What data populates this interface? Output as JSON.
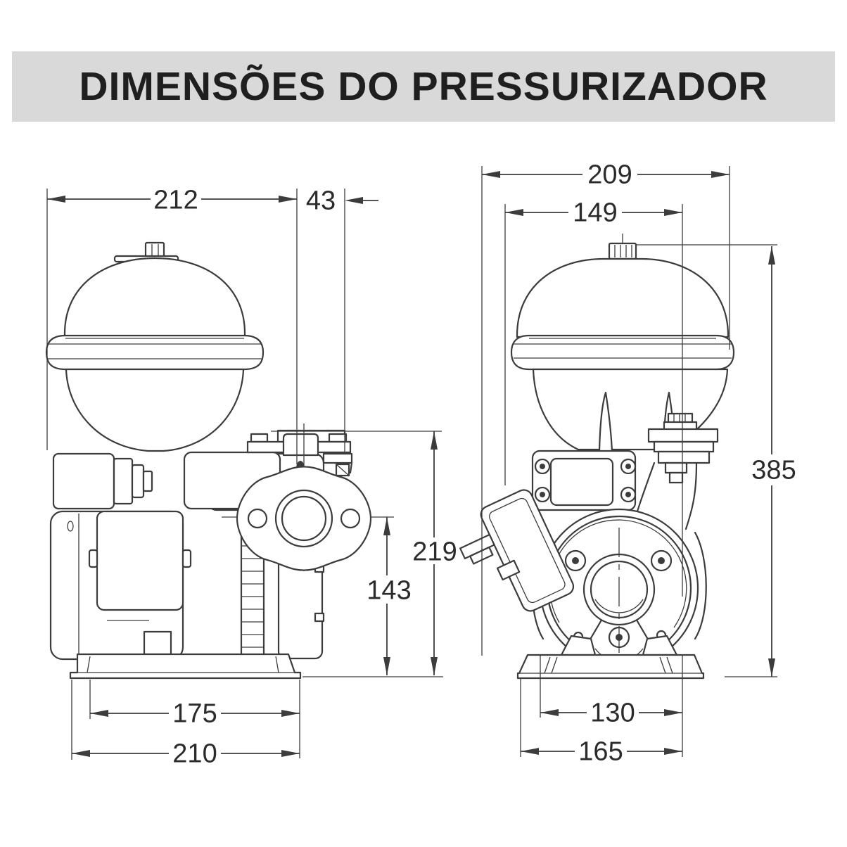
{
  "title": "DIMENSÕES DO PRESSURIZADOR",
  "theme": {
    "header_bg": "#d9d9d9",
    "header_text": "#1f1f1f",
    "line_color": "#3c3c3c",
    "dim_text_color": "#2b2b2b",
    "canvas_bg": "#ffffff"
  },
  "views": {
    "side": {
      "label": "side-view-of-pressurizer",
      "dimensions": {
        "width_overall": "212",
        "outlet_offset": "43",
        "height_pump": "219",
        "height_port": "143",
        "base_inner_width": "175",
        "base_outer_width": "210"
      }
    },
    "front": {
      "label": "front-view-of-pressurizer",
      "dimensions": {
        "width_overall": "209",
        "tank_width": "149",
        "height_overall": "385",
        "base_inner_width": "130",
        "base_outer_width": "165"
      }
    }
  }
}
